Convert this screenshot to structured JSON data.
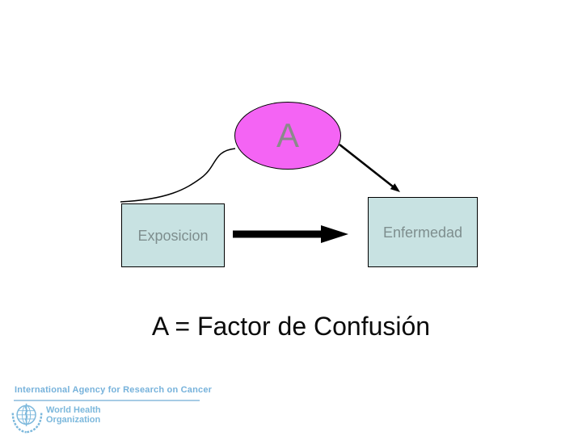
{
  "slide": {
    "caption": "A = Factor de Confusión"
  },
  "diagram": {
    "confounder": {
      "label": "A"
    },
    "exposure": {
      "label": "Exposicion"
    },
    "disease": {
      "label": "Enfermedad"
    }
  },
  "footer": {
    "iarc_text": "International Agency for Research on Cancer",
    "who_line1": "World Health",
    "who_line2": "Organization"
  },
  "icons": {
    "who_emblem": "who-emblem-icon"
  },
  "colors": {
    "confounder_fill": "#F464F4",
    "node_box_fill": "#C8E2E2",
    "node_label_gray": "#7E8E8E",
    "confounder_label_gray": "#8A8A8A",
    "connector_black": "#000000",
    "iarc_blue": "#76B2DB",
    "who_blue": "#7CB8DC"
  }
}
